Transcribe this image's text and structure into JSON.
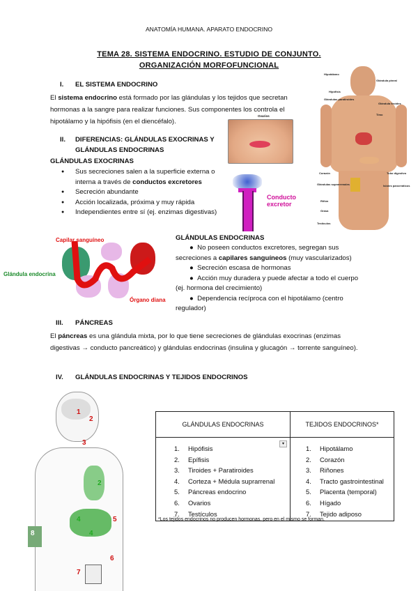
{
  "header": "ANATOMÍA HUMANA. APARATO ENDOCRINO",
  "title": {
    "line1": "TEMA 28. SISTEMA ENDOCRINO. ESTUDIO DE CONJUNTO.",
    "line2": "ORGANIZACIÓN MORFOFUNCIONAL"
  },
  "s1": {
    "num": "I.",
    "title": "EL SISTEMA ENDOCRINO",
    "p_pre": "El ",
    "p_bold": "sistema endocrino",
    "p_post": " está formado por las glándulas y los tejidos que secretan hormonas a la sangre para realizar funciones. Sus componentes los controla el hipotálamo y la hipófisis (en el diencéfalo)."
  },
  "s2": {
    "num": "II.",
    "title1": "DIFERENCIAS: GLÁNDULAS EXOCRINAS Y",
    "title2": "GLÁNDULAS ENDOCRINAS",
    "exo_heading": "GLÁNDULAS EXOCRINAS",
    "exo": [
      {
        "pre": "Sus secreciones salen a la superficie externa o interna a través de ",
        "bold": "conductos excretores",
        "post": ""
      },
      {
        "pre": "Secreción abundante",
        "bold": "",
        "post": ""
      },
      {
        "pre": "Acción localizada, próxima y muy rápida",
        "bold": "",
        "post": ""
      },
      {
        "pre": "Independientes entre sí (ej. enzimas digestivas)",
        "bold": "",
        "post": ""
      }
    ],
    "endo_heading": "GLÁNDULAS ENDOCRINAS",
    "endo": [
      {
        "pre": "No poseen conductos excretores, segregan sus secreciones a ",
        "bold": "capilares sanguíneos",
        "post": " (muy vascularizados)"
      },
      {
        "pre": "Secreción escasa de hormonas",
        "bold": "",
        "post": ""
      },
      {
        "pre": "Acción muy duradera y puede afectar a todo el cuerpo (ej. hormona del crecimiento)",
        "bold": "",
        "post": ""
      },
      {
        "pre": "Dependencia recíproca con el hipotálamo (centro regulador)",
        "bold": "",
        "post": ""
      }
    ]
  },
  "figures": {
    "ovaries_label": "Ovarios",
    "duct_label1": "Conducto",
    "duct_label2": "excretor",
    "capillary_label": "Capilar sanguíneo",
    "gland_label": "Glándula endocrina",
    "target_label": "Órgano diana",
    "body_labels": [
      "Hipotálamo",
      "Glándula pineal",
      "Hipófisis",
      "Glándulas paratiroides",
      "Glándula tiroides",
      "Timo",
      "Corazón",
      "Tubo digestivo",
      "Islotes pancreáticos",
      "Glándulas suprarrenales",
      "Riñón",
      "Grasa",
      "Testículos"
    ],
    "diagram_numbers": [
      "1",
      "2",
      "3",
      "2",
      "4",
      "5",
      "4",
      "6",
      "7",
      "8"
    ]
  },
  "s3": {
    "num": "III.",
    "title": "PÁNCREAS",
    "p_pre": "El ",
    "p_bold": "páncreas",
    "p_post": " es una glándula mixta, por lo que tiene secreciones de glándulas exocrinas (enzimas digestivas → conducto pancreático) y glándulas endocrinas (insulina y glucagón → torrente sanguíneo)."
  },
  "s4": {
    "num": "IV.",
    "title": "GLÁNDULAS ENDOCRINAS Y TEJIDOS ENDOCRINOS"
  },
  "table": {
    "headers": [
      "GLÁNDULAS ENDOCRINAS",
      "TEJIDOS ENDOCRINOS*"
    ],
    "glands": [
      "Hipófisis",
      "Epífisis",
      "Tiroides + Paratiroides",
      "Corteza + Médula suprarrenal",
      "Páncreas endocrino",
      "Ovarios",
      "Testículos"
    ],
    "tissues": [
      "Hipotálamo",
      "Corazón",
      "Riñones",
      "Tracto gastrointestinal",
      "Placenta (temporal)",
      "Hígado",
      "Tejido adiposo"
    ],
    "footnote": "*Los tejidos endocrinos no producen hormonas, pero en el mismo se forman."
  },
  "colors": {
    "red_label": "#e01010",
    "green_label": "#1a8a2a",
    "duct_label": "#d0109a"
  }
}
